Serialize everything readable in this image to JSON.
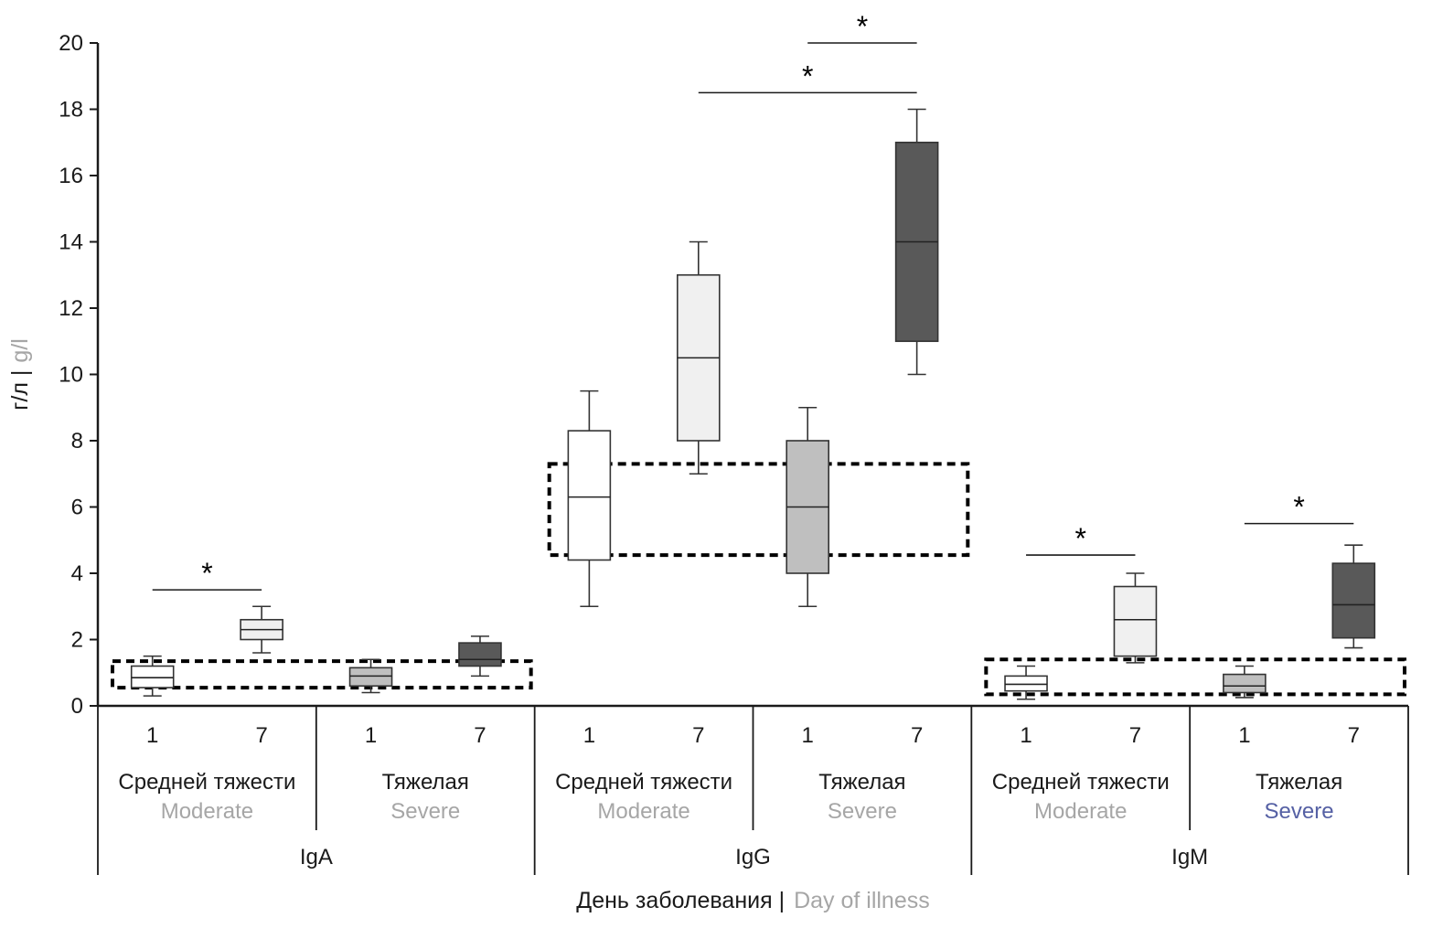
{
  "chart_data": {
    "type": "boxplot",
    "ylabel": {
      "ru": "г/л |",
      "en": "g/l"
    },
    "xlabel": {
      "ru": "День заболевания |",
      "en": "Day of illness"
    },
    "ylim": [
      0,
      20
    ],
    "ytick_step": 2,
    "yticks": [
      "0",
      "2",
      "4",
      "6",
      "8",
      "10",
      "12",
      "14",
      "16",
      "18",
      "20"
    ],
    "colors": {
      "moderate_day1_fill": "#ffffff",
      "moderate_day7_fill": "#f0f0f0",
      "severe_day1_fill": "#bfbfbf",
      "severe_day7_fill": "#595959",
      "secondary_label": "#a6a6a6",
      "igm_severe_label": "#5560a4",
      "reference_band_stroke": "#000000"
    },
    "groups": [
      {
        "label": "IgA",
        "reference_band": {
          "low": 0.55,
          "high": 1.35
        },
        "subgroups": [
          {
            "label_ru": "Средней тяжести",
            "label_en": "Moderate",
            "label_en_color": "#a6a6a6",
            "boxes": [
              {
                "day": "1",
                "low": 0.3,
                "q1": 0.55,
                "median": 0.85,
                "q3": 1.2,
                "high": 1.5,
                "fill": "#ffffff"
              },
              {
                "day": "7",
                "low": 1.6,
                "q1": 2.0,
                "median": 2.3,
                "q3": 2.6,
                "high": 3.0,
                "fill": "#f0f0f0"
              }
            ]
          },
          {
            "label_ru": "Тяжелая",
            "label_en": "Severe",
            "label_en_color": "#a6a6a6",
            "boxes": [
              {
                "day": "1",
                "low": 0.4,
                "q1": 0.6,
                "median": 0.9,
                "q3": 1.15,
                "high": 1.4,
                "fill": "#bfbfbf"
              },
              {
                "day": "7",
                "low": 0.9,
                "q1": 1.2,
                "median": 1.4,
                "q3": 1.9,
                "high": 2.1,
                "fill": "#595959"
              }
            ]
          }
        ],
        "significance": [
          {
            "from": 0,
            "to": 1,
            "y": 3.5,
            "label": "*"
          }
        ]
      },
      {
        "label": "IgG",
        "reference_band": {
          "low": 4.55,
          "high": 7.3
        },
        "subgroups": [
          {
            "label_ru": "Средней тяжести",
            "label_en": "Moderate",
            "label_en_color": "#a6a6a6",
            "boxes": [
              {
                "day": "1",
                "low": 3.0,
                "q1": 4.4,
                "median": 6.3,
                "q3": 8.3,
                "high": 9.5,
                "fill": "#ffffff"
              },
              {
                "day": "7",
                "low": 7.0,
                "q1": 8.0,
                "median": 10.5,
                "q3": 13.0,
                "high": 14.0,
                "fill": "#f0f0f0"
              }
            ]
          },
          {
            "label_ru": "Тяжелая",
            "label_en": "Severe",
            "label_en_color": "#a6a6a6",
            "boxes": [
              {
                "day": "1",
                "low": 3.0,
                "q1": 4.0,
                "median": 6.0,
                "q3": 8.0,
                "high": 9.0,
                "fill": "#bfbfbf"
              },
              {
                "day": "7",
                "low": 10.0,
                "q1": 11.0,
                "median": 14.0,
                "q3": 17.0,
                "high": 18.0,
                "fill": "#595959"
              }
            ]
          }
        ],
        "significance": [
          {
            "from": 1,
            "to": 3,
            "y": 18.5,
            "label": "*"
          },
          {
            "from": 2,
            "to": 3,
            "y": 20.0,
            "label": "*"
          }
        ]
      },
      {
        "label": "IgM",
        "reference_band": {
          "low": 0.35,
          "high": 1.4
        },
        "subgroups": [
          {
            "label_ru": "Средней тяжести",
            "label_en": "Moderate",
            "label_en_color": "#a6a6a6",
            "boxes": [
              {
                "day": "1",
                "low": 0.2,
                "q1": 0.45,
                "median": 0.65,
                "q3": 0.9,
                "high": 1.2,
                "fill": "#ffffff"
              },
              {
                "day": "7",
                "low": 1.3,
                "q1": 1.5,
                "median": 2.6,
                "q3": 3.6,
                "high": 4.0,
                "fill": "#f0f0f0"
              }
            ]
          },
          {
            "label_ru": "Тяжелая",
            "label_en": "Severe",
            "label_en_color": "#5560a4",
            "boxes": [
              {
                "day": "1",
                "low": 0.25,
                "q1": 0.4,
                "median": 0.6,
                "q3": 0.95,
                "high": 1.2,
                "fill": "#bfbfbf"
              },
              {
                "day": "7",
                "low": 1.75,
                "q1": 2.05,
                "median": 3.05,
                "q3": 4.3,
                "high": 4.85,
                "fill": "#595959"
              }
            ]
          }
        ],
        "significance": [
          {
            "from": 0,
            "to": 1,
            "y": 4.55,
            "label": "*"
          },
          {
            "from": 2,
            "to": 3,
            "y": 5.5,
            "label": "*"
          }
        ]
      }
    ]
  }
}
